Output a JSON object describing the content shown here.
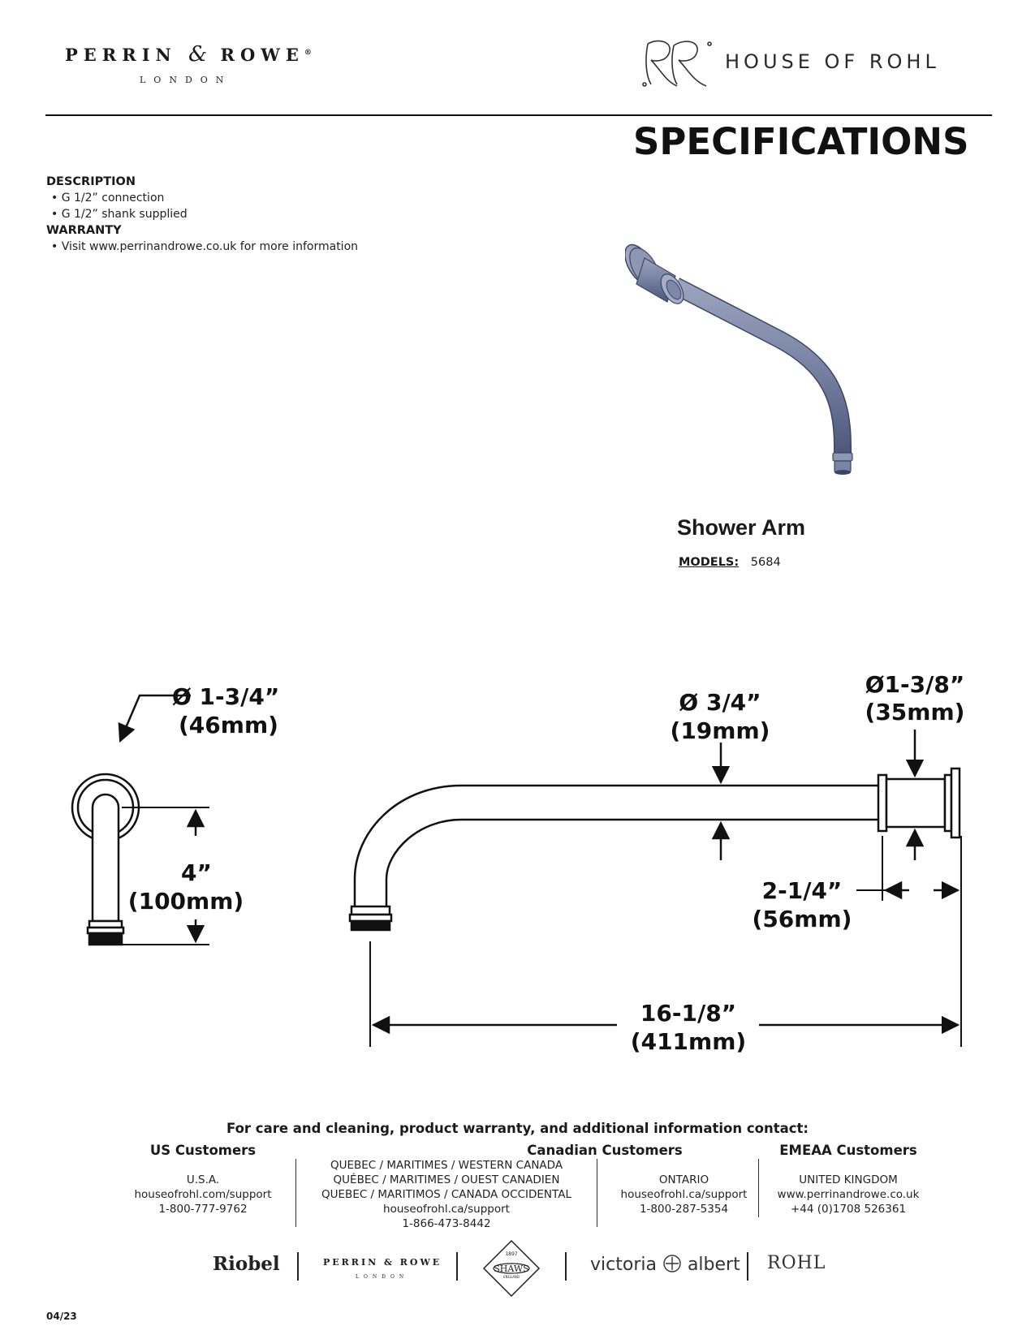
{
  "header": {
    "pr_name_left": "PERRIN",
    "pr_amp": "&",
    "pr_name_right": "ROWE",
    "pr_reg": "®",
    "pr_sub": "LONDON",
    "hor_text": "HOUSE OF ROHL"
  },
  "title": "SPECIFICATIONS",
  "description": {
    "heading": "DESCRIPTION",
    "items": [
      "• G 1/2” connection",
      "• G 1/2” shank supplied"
    ],
    "warranty_heading": "WARRANTY",
    "warranty_items": [
      "• Visit www.perrinandrowe.co.uk for more information"
    ]
  },
  "product": {
    "name": "Shower Arm",
    "models_label": "MODELS:",
    "models_value": "5684"
  },
  "dimensions": {
    "flange_diameter": "Ø 1-3/4”",
    "flange_diameter_mm": "(46mm)",
    "drop_height": "4”",
    "drop_height_mm": "(100mm)",
    "arm_diameter": "Ø 3/4”",
    "arm_diameter_mm": "(19mm)",
    "escutcheon_diameter": "Ø1-3/8”",
    "escutcheon_diameter_mm": "(35mm)",
    "escutcheon_depth": "2-1/4”",
    "escutcheon_depth_mm": "(56mm)",
    "overall_length": "16-1/8”",
    "overall_length_mm": "(411mm)"
  },
  "footer": {
    "contact_title": "For care and cleaning, product warranty, and additional information contact:",
    "us": {
      "heading": "US Customers",
      "lines": [
        "U.S.A.",
        "houseofrohl.com/support",
        "1-800-777-9762"
      ]
    },
    "canada": {
      "heading": "Canadian Customers",
      "west_lines": [
        "QUEBEC / MARITIMES / WESTERN CANADA",
        "QUÉBEC / MARITIMES / OUEST CANADIEN",
        "QUEBEC / MARITIMOS / CANADA OCCIDENTAL",
        "houseofrohl.ca/support",
        "1-866-473-8442"
      ],
      "ontario_lines": [
        "ONTARIO",
        "houseofrohl.ca/support",
        "1-800-287-5354"
      ]
    },
    "emeaa": {
      "heading": "EMEAA Customers",
      "lines": [
        "UNITED KINGDOM",
        "www.perrinandrowe.co.uk",
        "+44 (0)1708 526361"
      ]
    },
    "brands": {
      "riobel": "Riobel",
      "perrin_rowe": "PERRIN & ROWE",
      "perrin_rowe_sub": "LONDON",
      "shaws_year": "1897",
      "shaws": "SHAWS",
      "shaws_sub": "ENGLAND",
      "victoria_albert_left": "victoria",
      "victoria_albert_right": "albert",
      "rohl": "ROHL"
    },
    "date": "04/23"
  }
}
